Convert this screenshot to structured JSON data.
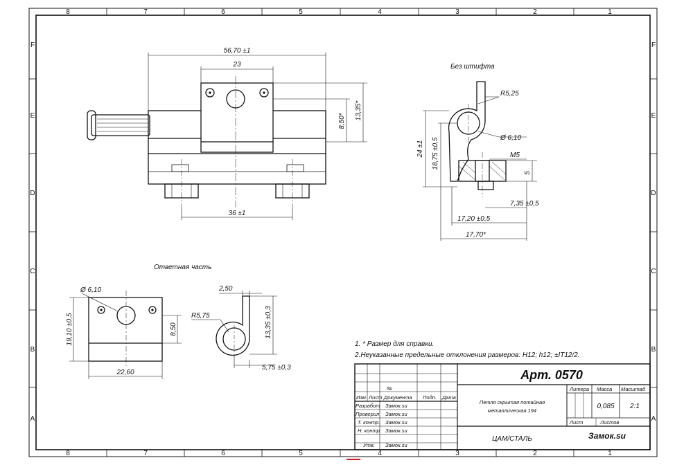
{
  "frame": {
    "top_zones": [
      "8",
      "7",
      "6",
      "5",
      "4",
      "3",
      "2",
      "1"
    ],
    "bottom_zones": [
      "8",
      "7",
      "6",
      "5",
      "4",
      "3",
      "2",
      "1"
    ],
    "side_zones": [
      "F",
      "E",
      "D",
      "C",
      "B",
      "A"
    ]
  },
  "main_view": {
    "dim_overall": "56,70 ±1",
    "dim_plate_width": "23",
    "dim_height_1": "8,50*",
    "dim_height_2": "13,35*",
    "dim_spacing": "36 ±1"
  },
  "side_view": {
    "label": "Без штифта",
    "dim_radius": "R5,25",
    "dim_hole": "Ø 6,10",
    "dim_thread": "M5",
    "dim_height_a": "24 ±1",
    "dim_height_b": "18,75 ±0,5",
    "dim_small": "5",
    "dim_offset_1": "7,35 ±0,5",
    "dim_offset_2": "17,20 ±0,5",
    "dim_offset_3": "17,70*"
  },
  "mating_view": {
    "label": "Ответная часть",
    "dim_hole": "Ø 6,10",
    "dim_height": "19,10 ±0,5",
    "dim_mid": "8,50",
    "dim_width": "22,60"
  },
  "mating_side": {
    "dim_thickness": "2,50",
    "dim_radius": "R5,75",
    "dim_height": "13,35 ±0,3",
    "dim_offset": "5,75 ±0,3"
  },
  "notes": [
    "1. * Размер для справки.",
    "2.Неуказанные предельные отклонения размеров: H12; h12;  ±IT12/2."
  ],
  "title_block": {
    "article": "Арт. 0570",
    "doc_number_label": "№",
    "col_izm": "Изм",
    "col_list": "Лист",
    "col_document": "Документа",
    "col_sign": "Подп.",
    "col_date": "Дата",
    "roles": [
      {
        "role": "Разработ",
        "name": "Замок.su"
      },
      {
        "role": "Проверил",
        "name": "Замок.su"
      },
      {
        "role": "Т. контр.",
        "name": "Замок.su"
      },
      {
        "role": "Н. контр.",
        "name": "Замок.su"
      },
      {
        "role": "Утв.",
        "name": "Замок.su"
      }
    ],
    "part_name_line1": "Петля скрытая потайная",
    "part_name_line2": "металлическая 194",
    "material": "ЦАМ/СТАЛЬ",
    "litera_label": "Литера",
    "mass_label": "Масса",
    "scale_label": "Масштаб",
    "mass_value": "0,085",
    "scale_value": "2:1",
    "sheet_label": "Лист",
    "sheets_label": "Листов",
    "company": "Замок.su"
  },
  "colors": {
    "line": "#111111",
    "paper": "#ffffff",
    "bottom_mark": "#d11a1a"
  }
}
